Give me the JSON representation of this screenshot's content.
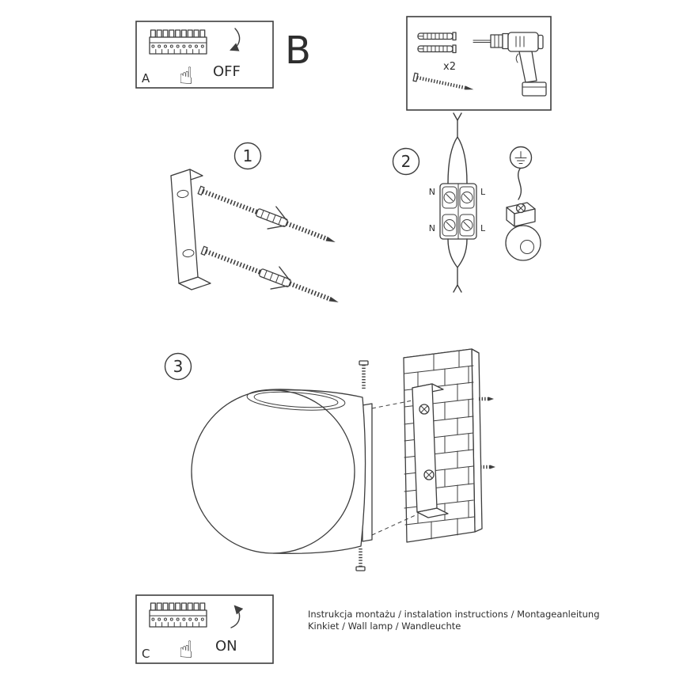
{
  "colors": {
    "ink": "#3e3e3e"
  },
  "panel_a": {
    "label": "A",
    "action": "OFF"
  },
  "panel_b": {
    "label": "B"
  },
  "hardware_kit": {
    "quantity": "x2"
  },
  "step1": {
    "number": "1"
  },
  "step2": {
    "number": "2",
    "terminals": {
      "top_left": "N",
      "top_right": "L",
      "bottom_left": "N",
      "bottom_right": "L"
    }
  },
  "step3": {
    "number": "3"
  },
  "panel_c": {
    "label": "C",
    "action": "ON"
  },
  "icons": {
    "hand": "☝"
  },
  "footer": {
    "line1": "Instrukcja montażu / instalation instructions / Montageanleitung",
    "line2": "Kinkiet / Wall lamp / Wandleuchte"
  }
}
